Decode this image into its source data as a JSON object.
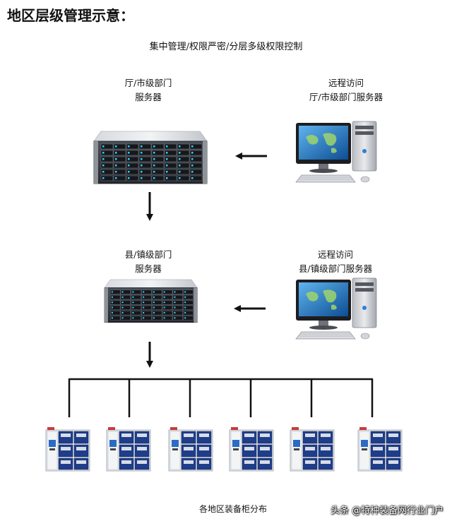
{
  "page": {
    "title": "地区层级管理示意：",
    "subtitle": "集中管理/权限严密/分层多级权限控制"
  },
  "nodes": {
    "top_server": {
      "line1": "厅/市级部门",
      "line2": "服务器"
    },
    "top_remote": {
      "line1": "远程访问",
      "line2": "厅/市级部门服务器"
    },
    "mid_server": {
      "line1": "县/镇级部门",
      "line2": "服务器"
    },
    "mid_remote": {
      "line1": "远程访问",
      "line2": "县/镇级部门服务器"
    }
  },
  "cabinet_count": 6,
  "footer": {
    "caption": "各地区装备柜分布",
    "watermark": "头条 @特种装备网行业门户"
  },
  "colors": {
    "line": "#111111",
    "server_body": "#3a3d44",
    "server_top": "#c9ccd2",
    "monitor_screen": "#1b6fb8",
    "cabinet_door": "#1f3d8a",
    "cabinet_frame": "#dfe3ea"
  },
  "icons": [
    "rack-server-icon",
    "desktop-computer-icon",
    "equipment-cabinet-icon",
    "arrow-down-icon",
    "arrow-left-icon"
  ]
}
